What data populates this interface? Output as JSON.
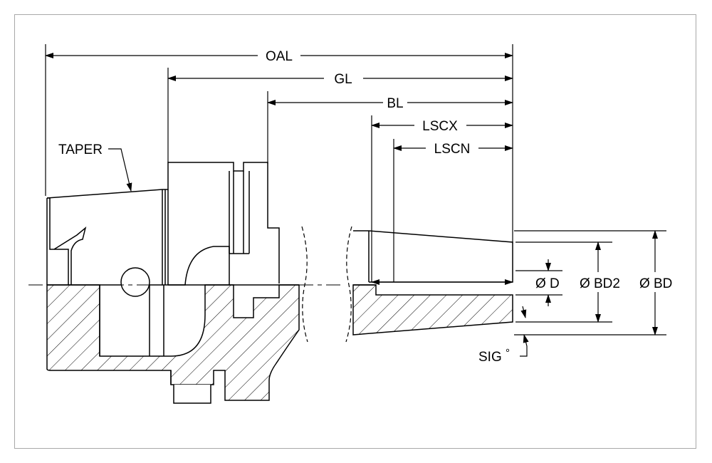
{
  "dimensions": {
    "oal": "OAL",
    "gl": "GL",
    "bl": "BL",
    "lscx": "LSCX",
    "lscn": "LSCN",
    "taper": "TAPER",
    "d": "D",
    "bd2": "BD2",
    "bd": "BD",
    "sig": "SIG",
    "diameter_symbol": "Ø",
    "degree_symbol": "°"
  },
  "colors": {
    "line": "#000000",
    "frame": "#a8a8a8",
    "background": "#ffffff"
  }
}
